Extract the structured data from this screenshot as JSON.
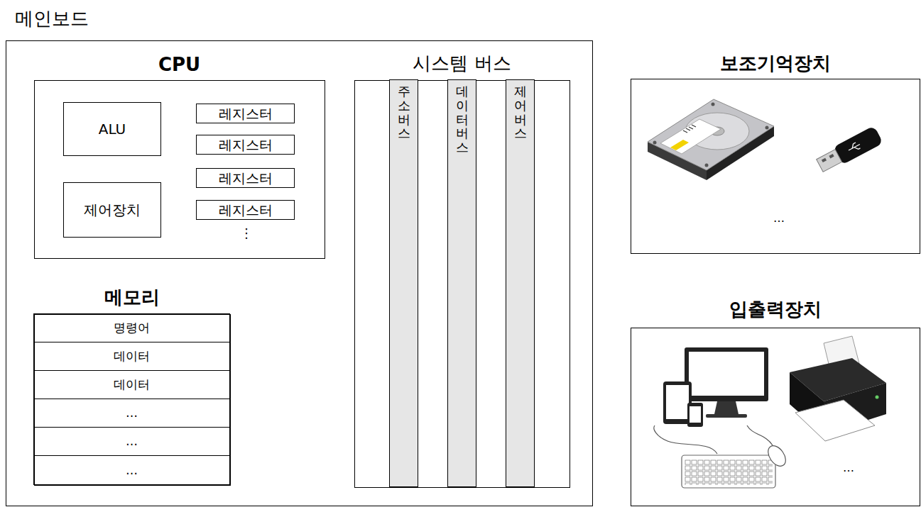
{
  "diagram": {
    "nodes": [
      {
        "text": [
          "메인보드"
        ]
      },
      {
        "text": [
          "CPU"
        ],
        "in": 0
      },
      {
        "text": [
          "ALU"
        ],
        "in": 1
      },
      {
        "text": [
          "레지스터"
        ],
        "in": 1
      },
      {
        "text": [
          "레지스터"
        ],
        "in": 1
      },
      {
        "text": [
          "레지스터"
        ],
        "in": 1
      },
      {
        "text": [
          "제어장치"
        ],
        "in": 1
      },
      {
        "text": [
          "레지스터"
        ],
        "in": 1
      },
      {
        "text": [
          "메모리"
        ],
        "in": 0
      },
      {
        "text": [
          "명령어"
        ],
        "in": 8
      },
      {
        "text": [
          "데이터"
        ],
        "in": 8
      },
      {
        "text": [
          "데이터"
        ],
        "in": 8
      },
      {
        "text": [
          "…"
        ],
        "in": 8
      },
      {
        "text": [
          "…"
        ],
        "in": 8
      },
      {
        "text": [
          "…"
        ],
        "in": 8
      },
      {
        "text": [
          "시스템 버스"
        ],
        "in": 0
      },
      {
        "text": [
          "주소버스"
        ],
        "in": 15
      },
      {
        "text": [
          "데이터버스"
        ],
        "in": 15
      },
      {
        "text": [
          "제어버스"
        ],
        "in": 15
      },
      {
        "text": [
          "보조기억장치"
        ]
      },
      {
        "text": [
          "입출력장치"
        ]
      }
    ],
    "labels": [
      "⋮",
      "…",
      "…"
    ]
  }
}
